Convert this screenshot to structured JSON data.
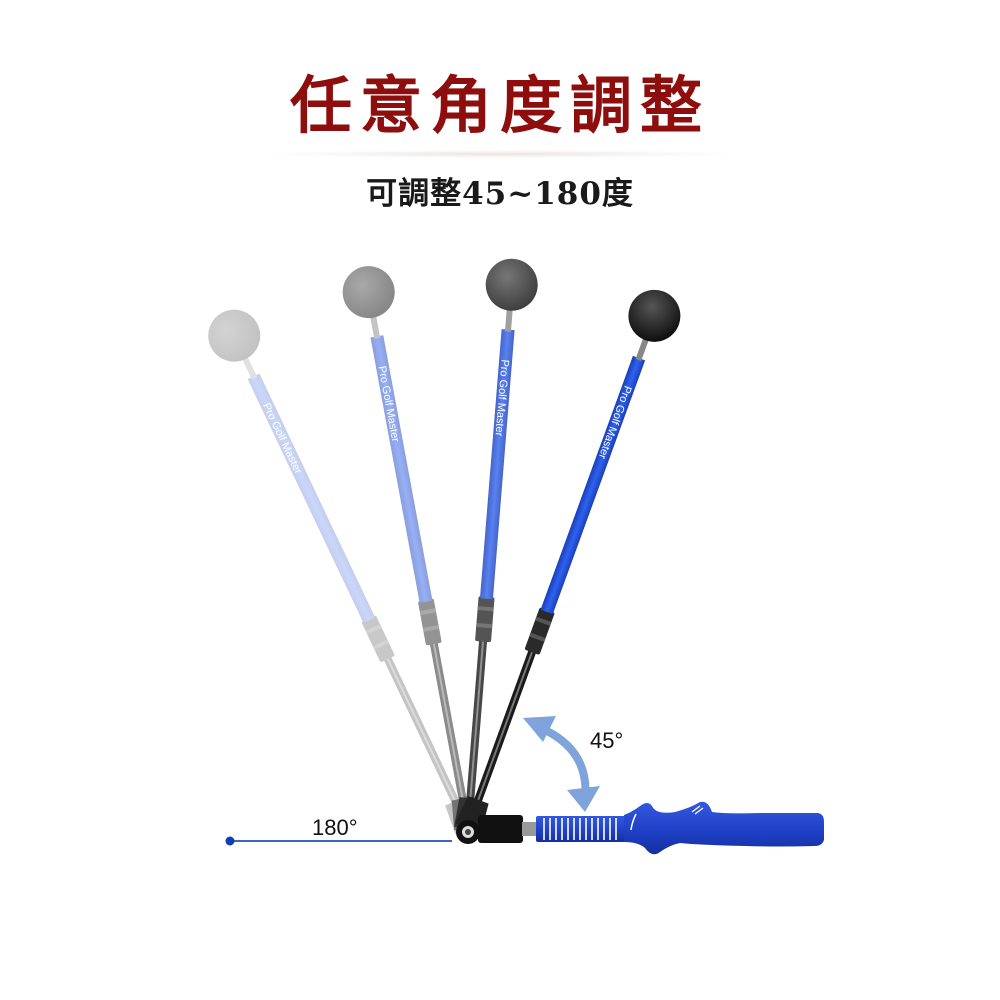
{
  "title": "任意角度調整",
  "subtitle": "可調整45~180度",
  "rod_brand": "Pro Golf Master",
  "angle_labels": {
    "min": "45°",
    "max": "180°"
  },
  "colors": {
    "title": "#8e0d0d",
    "rod_blue": "#1f4fd6",
    "arrow": "#7fa4dc",
    "line": "#3a66c4"
  }
}
